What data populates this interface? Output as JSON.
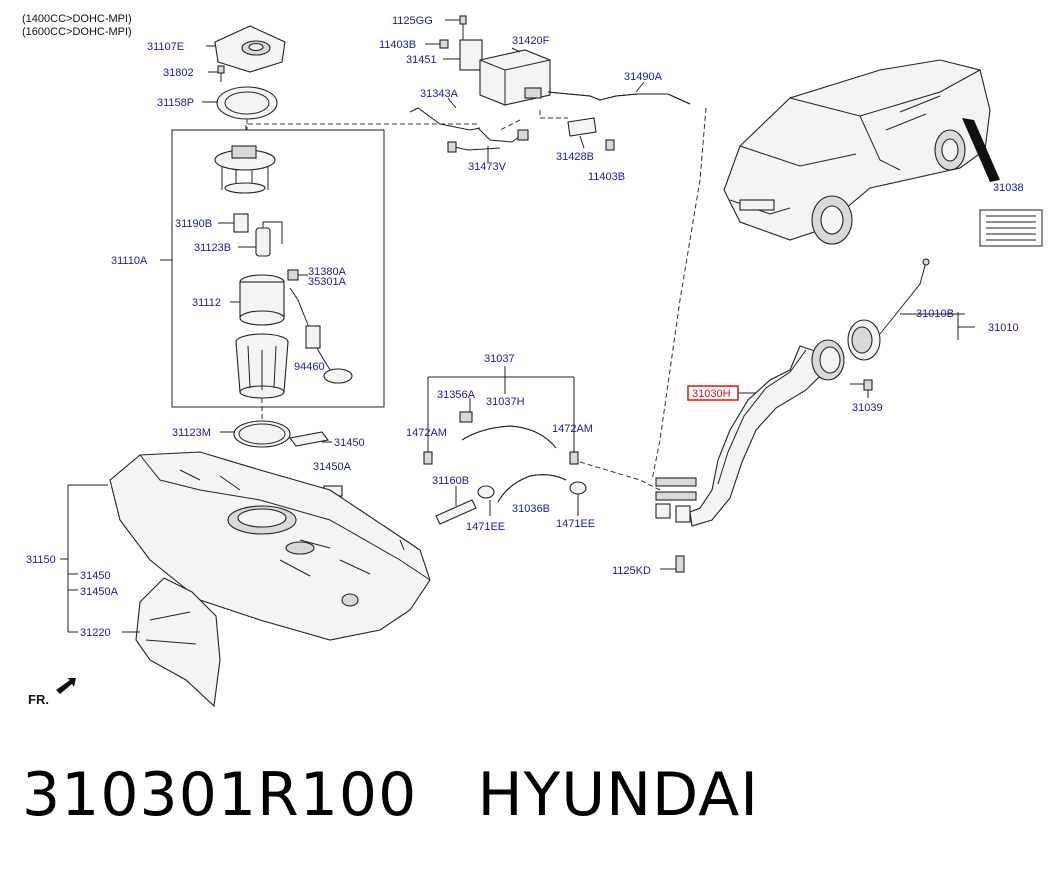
{
  "engine_notes": [
    "(1400CC>DOHC-MPI)",
    "(1600CC>DOHC-MPI)"
  ],
  "part_labels": {
    "p31107E": "31107E",
    "p31802": "31802",
    "p31158P": "31158P",
    "p1125GG": "1125GG",
    "p11403B_top": "11403B",
    "p31451": "31451",
    "p31420F": "31420F",
    "p31343A": "31343A",
    "p31490A": "31490A",
    "p31428B": "31428B",
    "p11403B_bot": "11403B",
    "p31473V": "31473V",
    "p31038": "31038",
    "p31190B": "31190B",
    "p31123B": "31123B",
    "p31110A": "31110A",
    "p31380A": "31380A",
    "p35301A": "35301A",
    "p31112": "31112",
    "p94460": "94460",
    "p31010B": "31010B",
    "p31010": "31010",
    "p31030H": "31030H",
    "p31039": "31039",
    "p31037": "31037",
    "p31356A": "31356A",
    "p31037H": "31037H",
    "p1472AM_left": "1472AM",
    "p1472AM_right": "1472AM",
    "p31123M": "31123M",
    "p31450_top": "31450",
    "p31450A_top": "31450A",
    "p31160B": "31160B",
    "p31036B": "31036B",
    "p1471EE_left": "1471EE",
    "p1471EE_right": "1471EE",
    "p1125KD": "1125KD",
    "p31150": "31150",
    "p31450_bot": "31450",
    "p31450A_bot": "31450A",
    "p31220": "31220"
  },
  "front_marker": "FR.",
  "highlighted_part": "31030H",
  "caption": "310301R100   HYUNDAI",
  "colors": {
    "label": "#1a1aa0",
    "highlight": "#e01010"
  }
}
